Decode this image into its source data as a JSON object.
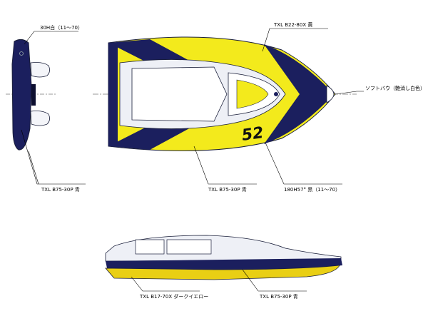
{
  "labels": {
    "front_color": "30H白（11～70）",
    "top_color": "TXL B22-80X 黄",
    "soft_bow": "ソフトバウ（艶消し白色）",
    "left_side": "TXL B75-30P 青",
    "deck_blue": "TXL B75-30P 青",
    "black_trim": "180H57° 黒（11～70）",
    "hull_yellow": "TXL B17-70X ダークイエロー",
    "hull_blue": "TXL B75-30P 青"
  },
  "race_number": "52",
  "colors": {
    "navy": "#1b1f5e",
    "yellow": "#f3ea1c",
    "dark_yellow": "#e9cf14",
    "light_gray": "#eef0f6",
    "black": "#111111"
  }
}
